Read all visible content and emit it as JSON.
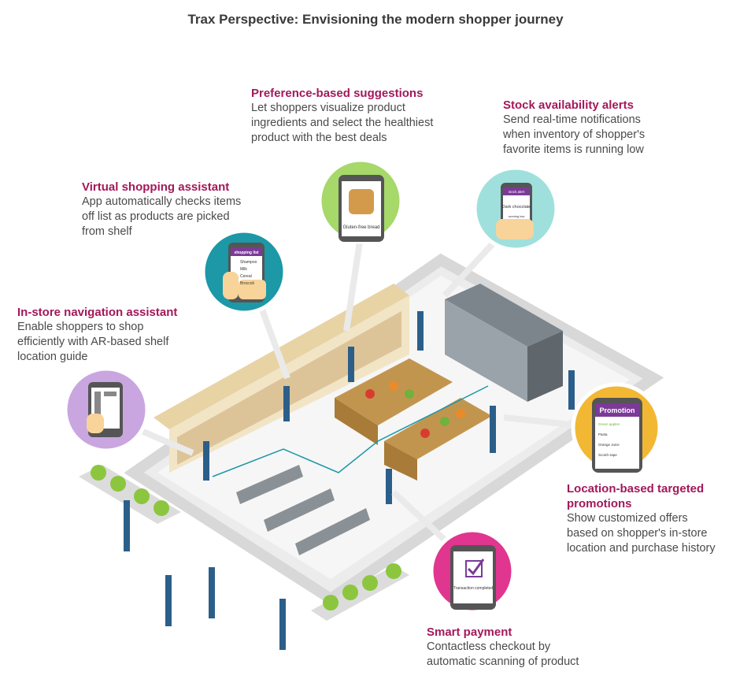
{
  "title": "Trax Perspective: Envisioning the modern shopper journey",
  "features": {
    "preference": {
      "heading": "Preference-based suggestions",
      "lines": [
        "Let shoppers visualize product",
        "ingredients and select the healthiest",
        "product with the best deals"
      ]
    },
    "stock": {
      "heading": "Stock availability alerts",
      "lines": [
        "Send real-time notifications",
        "when inventory of shopper's",
        "favorite items is running low"
      ]
    },
    "virtual": {
      "heading": "Virtual shopping assistant",
      "lines": [
        "App automatically checks items",
        "off list as products are picked",
        "from shelf"
      ]
    },
    "navigation": {
      "heading": "In-store navigation assistant",
      "lines": [
        "Enable shoppers to shop",
        "efficiently with AR-based shelf",
        "location guide"
      ]
    },
    "location": {
      "heading_lines": [
        "Location-based targeted",
        "promotions"
      ],
      "lines": [
        "Show customized offers",
        "based on shopper's in-store",
        "location and purchase history"
      ]
    },
    "payment": {
      "heading": "Smart payment",
      "lines": [
        "Contactless checkout by",
        "automatic scanning of product"
      ]
    }
  },
  "phones": {
    "list": {
      "header": "shopping list",
      "items": [
        "Shampoo",
        "Milk",
        "Cereal",
        "Broccoli"
      ],
      "checked": [
        "Shampoo"
      ]
    },
    "bread": {
      "label": "Gluten-free bread"
    },
    "stock": {
      "header": "stock alert",
      "product": "Dark chocolate",
      "note": "running low"
    },
    "promo": {
      "header": "Promotion",
      "items": [
        "Green apples",
        "Pasta",
        "Orange Juice",
        "Scotch tape"
      ]
    },
    "payment": {
      "label": "Transaction completed"
    }
  },
  "colors": {
    "accent": "#a3185a",
    "nav": "#c9a6e0",
    "virtual": "#1c98a7",
    "preference": "#a6d86a",
    "stock": "#9fe0dc",
    "promo": "#f2b834",
    "payment": "#e0368f",
    "phone_header": "#7b3a97"
  }
}
